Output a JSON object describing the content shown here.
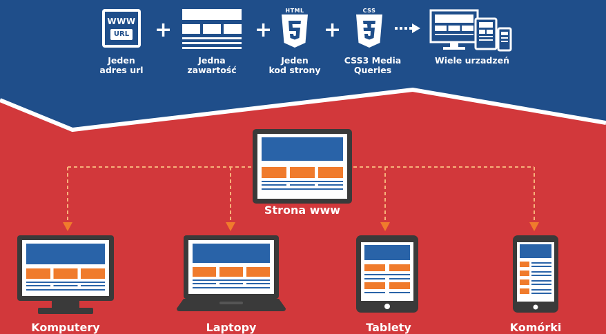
{
  "colors": {
    "blue": "#1f4e8a",
    "red": "#d2383b",
    "screen_blue": "#2963a8",
    "orange": "#f07b2c",
    "dark": "#3a3a3a",
    "white": "#ffffff"
  },
  "top_row": {
    "steps": [
      {
        "icon": "www-url-icon",
        "www_text": "WWW",
        "url_text": "URL",
        "label": "Jeden\nadres url"
      },
      {
        "icon": "layout-icon",
        "label": "Jedna\nzawartość"
      },
      {
        "icon": "html5-icon",
        "badge": "HTML",
        "label": "Jeden\nkod strony"
      },
      {
        "icon": "css3-icon",
        "badge": "CSS",
        "label": "CSS3 Media\nQueries"
      },
      {
        "icon": "multi-device-icon",
        "label": "Wiele urzadzeń"
      }
    ],
    "plus": "+"
  },
  "center": {
    "label": "Strona www"
  },
  "devices": [
    {
      "icon": "desktop-icon",
      "label": "Komputery"
    },
    {
      "icon": "laptop-icon",
      "label": "Laptopy"
    },
    {
      "icon": "tablet-icon",
      "label": "Tablety"
    },
    {
      "icon": "phone-icon",
      "label": "Komórki"
    }
  ]
}
